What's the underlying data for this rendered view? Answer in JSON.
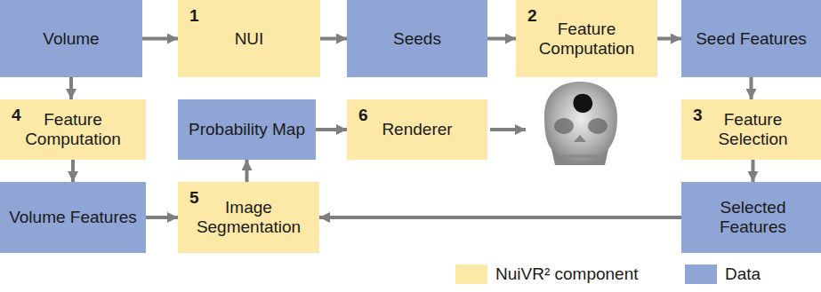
{
  "diagram": {
    "nodes": [
      {
        "text": [
          "Volume"
        ]
      },
      {
        "text": [
          "1",
          "NUI"
        ]
      },
      {
        "text": [
          "Seeds"
        ]
      },
      {
        "text": [
          "2",
          "Feature Computation"
        ]
      },
      {
        "text": [
          "Seed Features"
        ]
      },
      {
        "text": [
          "4",
          "Feature Computation"
        ]
      },
      {
        "text": [
          "Probability Map"
        ]
      },
      {
        "text": [
          "6",
          "Renderer"
        ]
      },
      {
        "text": [
          "3",
          "Feature Selection"
        ]
      },
      {
        "text": [
          "Volume Features"
        ]
      },
      {
        "text": [
          "5",
          "Image Segmentation"
        ]
      },
      {
        "text": [
          "Selected Features"
        ]
      }
    ],
    "edges": [
      {
        "from": 0,
        "to": 1,
        "arrow": "to"
      },
      {
        "from": 1,
        "to": 2,
        "arrow": "to"
      },
      {
        "from": 2,
        "to": 3,
        "arrow": "to"
      },
      {
        "from": 3,
        "to": 4,
        "arrow": "to"
      },
      {
        "from": 0,
        "to": 5,
        "arrow": "to"
      },
      {
        "from": 5,
        "to": 9,
        "arrow": "to"
      },
      {
        "from": 9,
        "to": 10,
        "arrow": "to"
      },
      {
        "from": 10,
        "to": 6,
        "arrow": "to"
      },
      {
        "from": 6,
        "to": 7,
        "arrow": "to"
      },
      {
        "from": 4,
        "to": 8,
        "arrow": "to"
      },
      {
        "from": 8,
        "to": 11,
        "arrow": "to"
      },
      {
        "from": 11,
        "to": 10,
        "arrow": "to"
      }
    ],
    "legend": [
      {
        "text": "NuiVR² component",
        "color": "#fce8a7"
      },
      {
        "text": "Data",
        "color": "#8fa5d5"
      }
    ]
  }
}
